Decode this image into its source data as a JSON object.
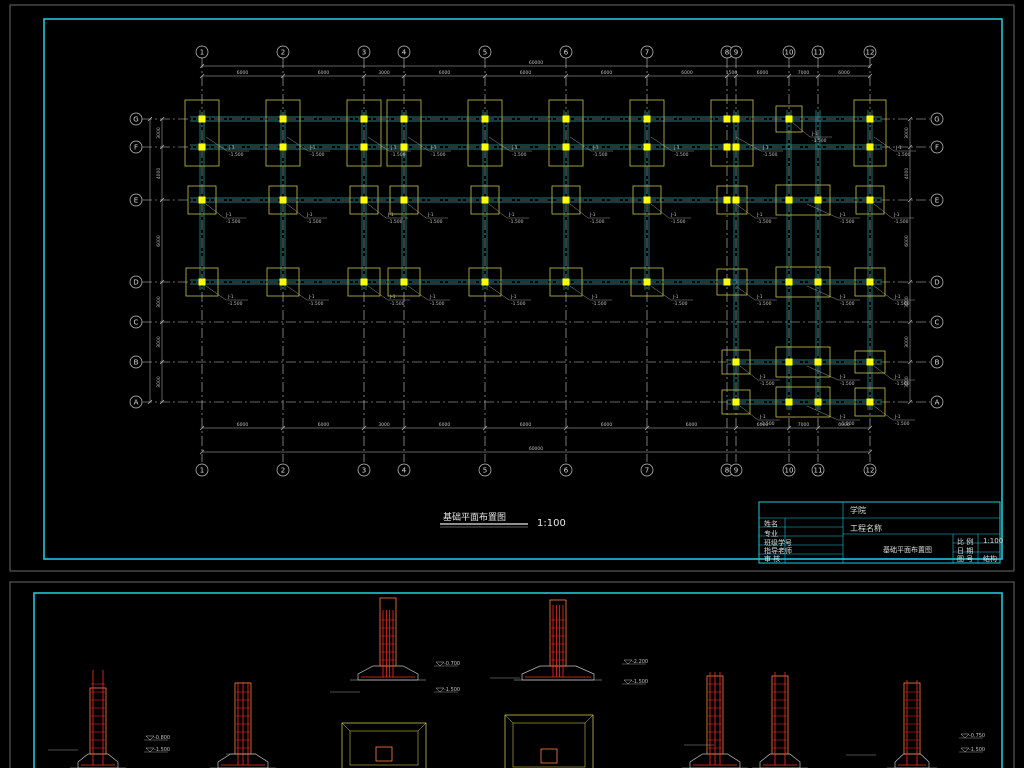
{
  "plan": {
    "title": "基础平面布置图",
    "scale": "1:100",
    "axis_numbers": [
      "1",
      "2",
      "3",
      "4",
      "5",
      "6",
      "7",
      "8",
      "9",
      "10",
      "11",
      "12"
    ],
    "axis_letters": [
      "G",
      "F",
      "E",
      "D",
      "C",
      "B",
      "A"
    ],
    "top_spans": [
      "6000",
      "6000",
      "3000",
      "6000",
      "6000",
      "6000",
      "6000",
      "1500",
      "6000",
      "7000",
      "6000"
    ],
    "bottom_spans": [
      "6000",
      "6000",
      "3000",
      "6000",
      "6000",
      "6000",
      "6000",
      "6000",
      "7000",
      "6000"
    ],
    "total_length": "60000",
    "left_spans": [
      "3000",
      "4000",
      "6000",
      "3000",
      "3000",
      "3000"
    ],
    "footing_label": "J-1",
    "footing_elevation": "-1.500"
  },
  "title_block": {
    "school": "学院",
    "project_name_label": "工程名称",
    "rows": [
      "姓名",
      "专业",
      "班级学号",
      "指导老师",
      "审 核"
    ],
    "drawing_name": "基础平面布置图",
    "scale_label": "比 例",
    "scale_value": "1:100",
    "sheet_label": "日 期",
    "number_label": "图 号",
    "number_value": "结构"
  },
  "details": {
    "elevations": [
      "-0.800",
      "-1.500",
      "-0.700",
      "-1.500",
      "-2.200",
      "-1.500",
      "-0.750",
      "-1.500"
    ]
  },
  "colors": {
    "frame": "#1fc8d8",
    "grid": "#c8c8c8",
    "beam": "#2aa6a6",
    "footing": "#c9c24a",
    "column": "#ffff00",
    "rebar": "#ff2a2a",
    "pedestal": "#ff8040",
    "dim": "#bfbfbf"
  }
}
